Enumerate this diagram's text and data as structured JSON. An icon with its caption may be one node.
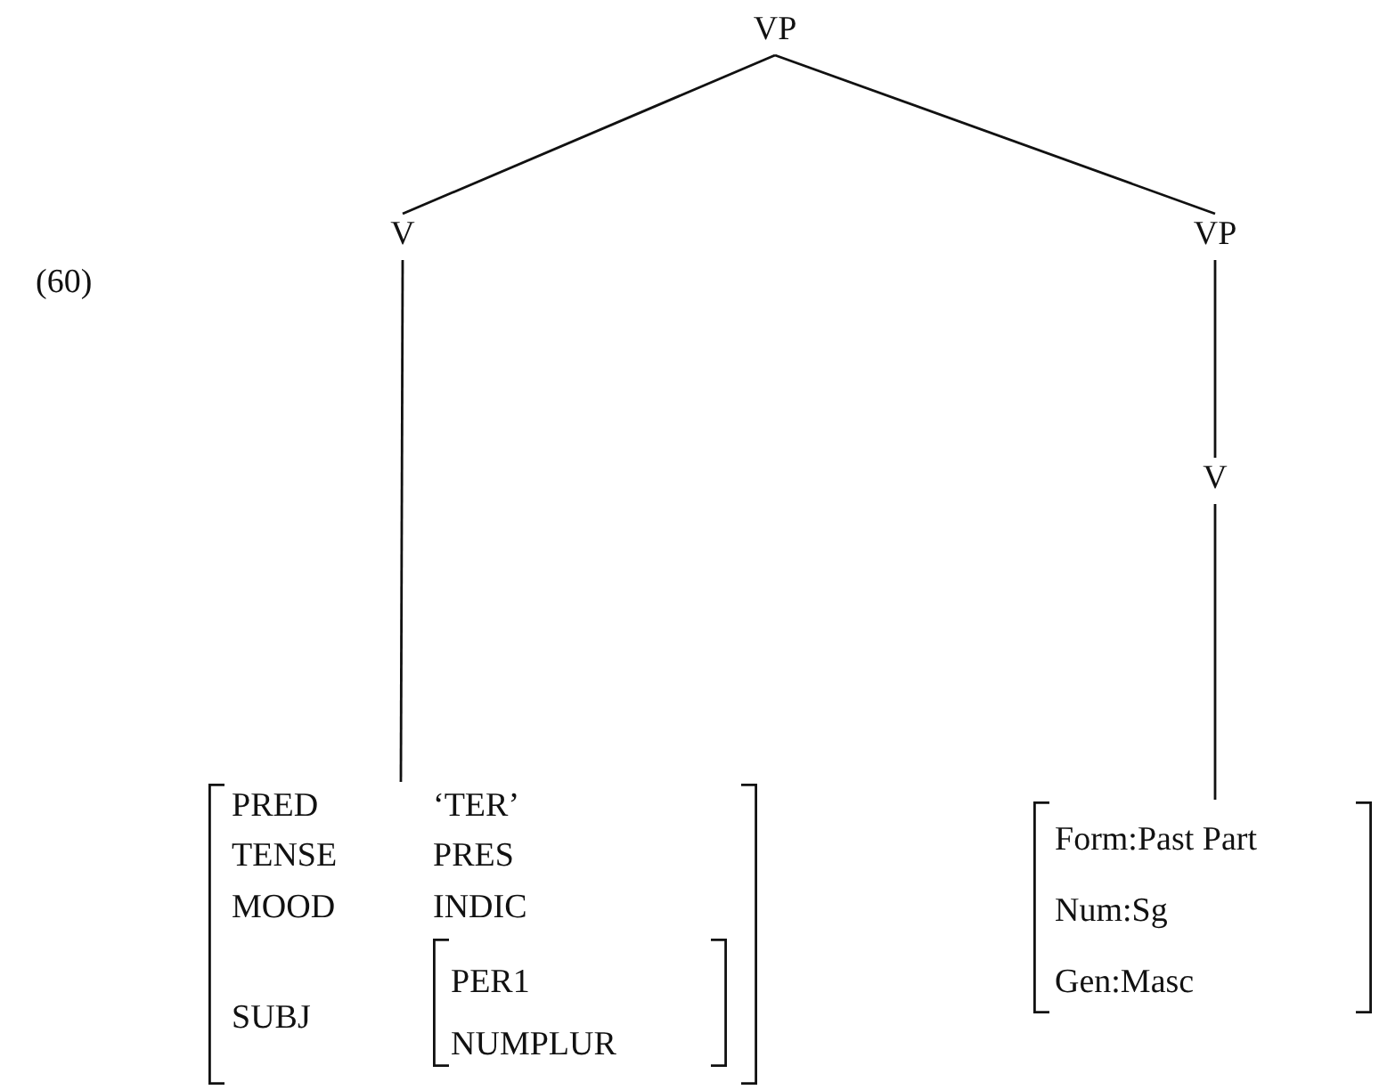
{
  "diagram": {
    "nodes": [
      {
        "text": [
          "VP"
        ]
      },
      {
        "text": [
          "V"
        ]
      },
      {
        "text": [
          "VP"
        ]
      },
      {
        "text": [
          "V"
        ]
      },
      {
        "text": [
          "PRED",
          "‘TER’",
          "TENSE",
          "PRES",
          "MOOD",
          "INDIC",
          "SUBJ"
        ]
      },
      {
        "text": [
          "PER1",
          "NUMPLUR"
        ],
        "in": 4
      },
      {
        "text": [
          "Form:Past Part",
          "Num:Sg",
          "Gen:Masc"
        ]
      }
    ],
    "edges": [
      {
        "from": 0,
        "to": 1,
        "arrow": "none"
      },
      {
        "from": 0,
        "to": 2,
        "arrow": "none"
      },
      {
        "from": 1,
        "to": 4,
        "arrow": "none"
      },
      {
        "from": 2,
        "to": 3,
        "arrow": "none"
      },
      {
        "from": 3,
        "to": 6,
        "arrow": "none"
      }
    ],
    "labels": [
      "(60)"
    ]
  }
}
